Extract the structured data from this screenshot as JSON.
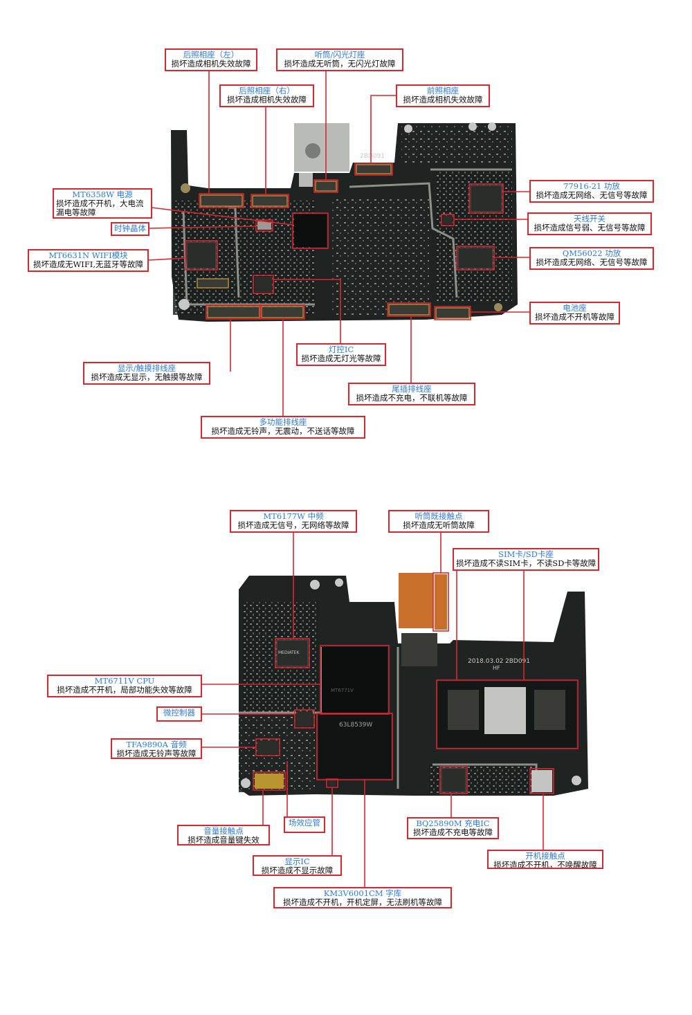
{
  "top": {
    "rear_cam_left": {
      "title": "后照相座（左）",
      "desc": "损坏造成相机失效故障"
    },
    "earpiece_flash": {
      "title": "听筒/闪光灯座",
      "desc": "损坏造成无听筒，无闪光灯故障"
    },
    "rear_cam_right": {
      "title": "后照相座（右）",
      "desc": "损坏造成相机失效故障"
    },
    "front_cam": {
      "title": "前照相座",
      "desc": "损坏造成相机失效故障"
    },
    "power": {
      "title": "MT6358W  电源",
      "desc1": "损坏造成不开机，大电流",
      "desc2": "漏电等故障"
    },
    "clock": {
      "title": "时钟晶体"
    },
    "wifi": {
      "title": "MT6631N  WIFI模块",
      "desc": "损坏造成无WIFI,无蓝牙等故障"
    },
    "pa1": {
      "title": "77916-21  功放",
      "desc": "损坏造成无网络、无信号等故障"
    },
    "antenna": {
      "title": "天线开关",
      "desc": "损坏造成信号弱、无信号等故障"
    },
    "pa2": {
      "title": "QM56022  功放",
      "desc": "损坏造成无网络、无信号等故障"
    },
    "battery": {
      "title": "电池座",
      "desc": "损坏造成不开机等故障"
    },
    "light_ic": {
      "title": "灯控IC",
      "desc": "损坏造成无灯光等故障"
    },
    "display_conn": {
      "title": "显示/触摸排线座",
      "desc": "损坏造成无显示，无触摸等故障"
    },
    "tail_conn": {
      "title": "尾插排线座",
      "desc": "损坏造成不充电，不联机等故障"
    },
    "multi_conn": {
      "title": "多功能排线座",
      "desc": "损坏造成无铃声，无震动，不送话等故障"
    }
  },
  "bottom": {
    "if_chip": {
      "title": "MT6177W  中频",
      "desc": "损坏造成无信号，无网络等故障"
    },
    "earpiece_contact": {
      "title": "听筒既接触点",
      "desc": "损坏造成无听筒故障"
    },
    "sim": {
      "title": "SIM卡/SD卡座",
      "desc": "损坏造成不读SIM卡，不读SD卡等故障"
    },
    "cpu": {
      "title": "MT6711V  CPU",
      "desc": "损坏造成不开机，局部功能失效等故障"
    },
    "mcu": {
      "title": "微控制器"
    },
    "audio": {
      "title": "TFA9890A  音频",
      "desc": "损坏造成无铃声等故障"
    },
    "volume": {
      "title": "音量接触点",
      "desc": "损坏造成音量键失效"
    },
    "mosfet": {
      "title": "场效应管"
    },
    "charge": {
      "title": "BQ25890M  充电IC",
      "desc": "损坏造成不充电等故障"
    },
    "power_key": {
      "title": "开机接触点",
      "desc": "损坏造成不开机，不唤醒故障"
    },
    "display_ic": {
      "title": "显示IC",
      "desc": "损坏造成不显示故障"
    },
    "emmc": {
      "title": "KM3V6001CM  字库",
      "desc": "损坏造成不开机，开机定屏，无法刷机等故障"
    }
  },
  "board_prints": {
    "top_code": "2BD091",
    "bottom_date": "2018.03.02",
    "bottom_code": "2BD091",
    "bottom_hf": "HF",
    "cpu_marking": "MT6771V",
    "emmc_marking": "63L8539W",
    "mt_marking": "MEDIATEK"
  },
  "colors": {
    "label_border": "#d8262f",
    "title": "#2e7bd6",
    "desc": "#111111",
    "board": "#1e2220"
  }
}
